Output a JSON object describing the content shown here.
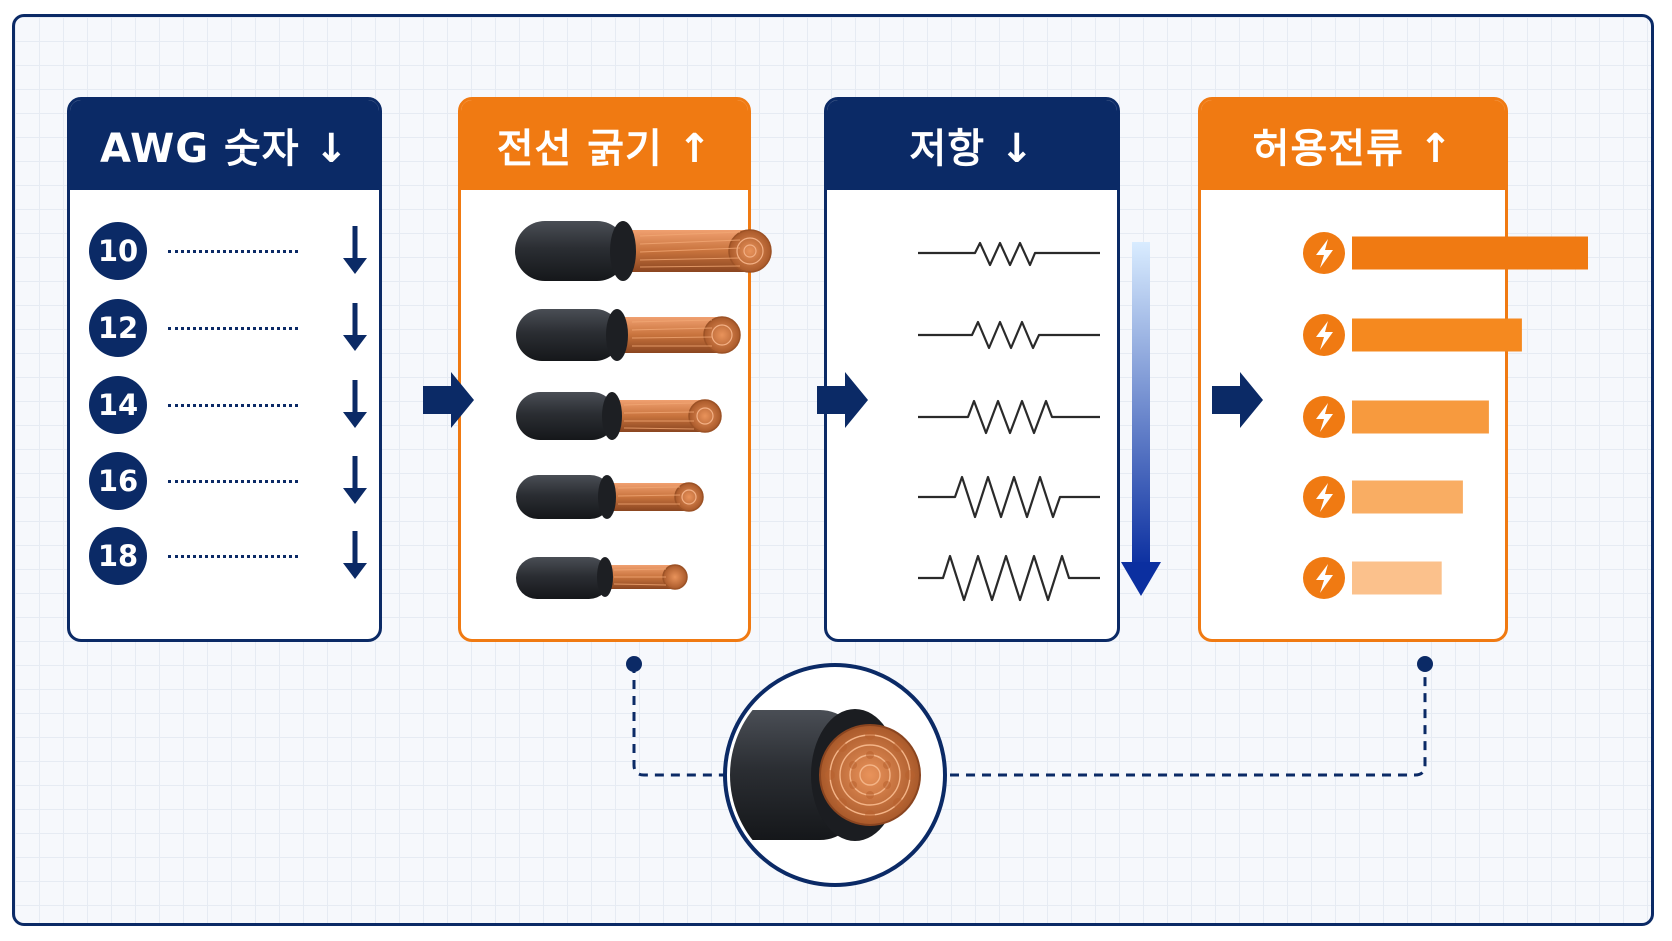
{
  "colors": {
    "navy": "#0b2a66",
    "orange": "#f07a12",
    "copper": "#c8733d",
    "insulation": "#2b2e33",
    "grid_bg": "#f6f8fc"
  },
  "panels": {
    "awg": {
      "title": "AWG 숫자 ↓",
      "gauges": [
        "10",
        "12",
        "14",
        "16",
        "18"
      ],
      "icons": [
        "down-arrow-icon",
        "down-arrow-icon",
        "down-arrow-icon",
        "down-arrow-icon",
        "down-arrow-icon"
      ]
    },
    "thickness": {
      "title": "전선 굵기 ↑",
      "icon": "wire-cross-section-icon"
    },
    "resistance": {
      "title": "저항 ↓",
      "icon": "resistor-symbol-icon"
    },
    "ampacity": {
      "title": "허용전류 ↑",
      "icon": "lightning-bolt-icon",
      "levels": [
        1.0,
        0.72,
        0.58,
        0.47,
        0.38
      ]
    }
  },
  "connectors": {
    "icon": "right-arrow-icon"
  },
  "zoom": {
    "icon": "wire-zoom-icon"
  }
}
